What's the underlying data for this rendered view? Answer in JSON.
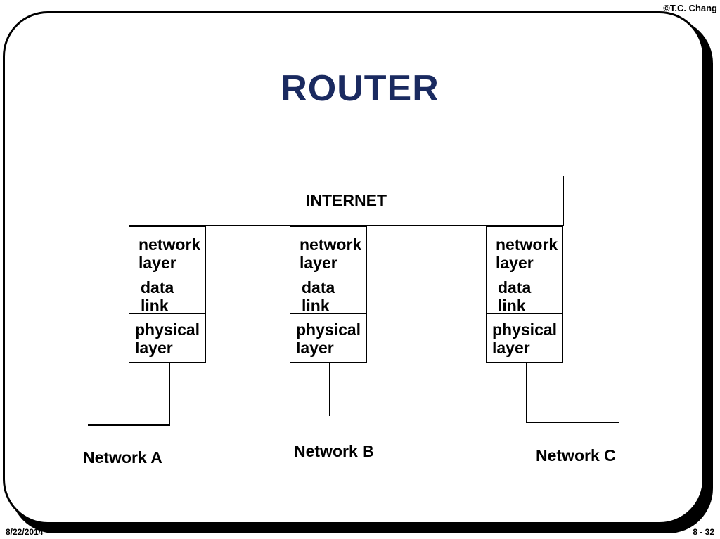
{
  "copyright": "©T.C. Chang",
  "title": "ROUTER",
  "internet_label": "INTERNET",
  "stacks": [
    {
      "network_layer": "network\nlayer",
      "data_link": "data\nlink",
      "physical_layer": "physical\nlayer"
    },
    {
      "network_layer": "network\nlayer",
      "data_link": "data\nlink",
      "physical_layer": "physical\nlayer"
    },
    {
      "network_layer": "network\nlayer",
      "data_link": "data\nlink",
      "physical_layer": "physical\nlayer"
    }
  ],
  "networks": [
    "Network A",
    "Network B",
    "Network C"
  ],
  "footer": {
    "date": "8/22/2014",
    "page": "8 - 32"
  }
}
